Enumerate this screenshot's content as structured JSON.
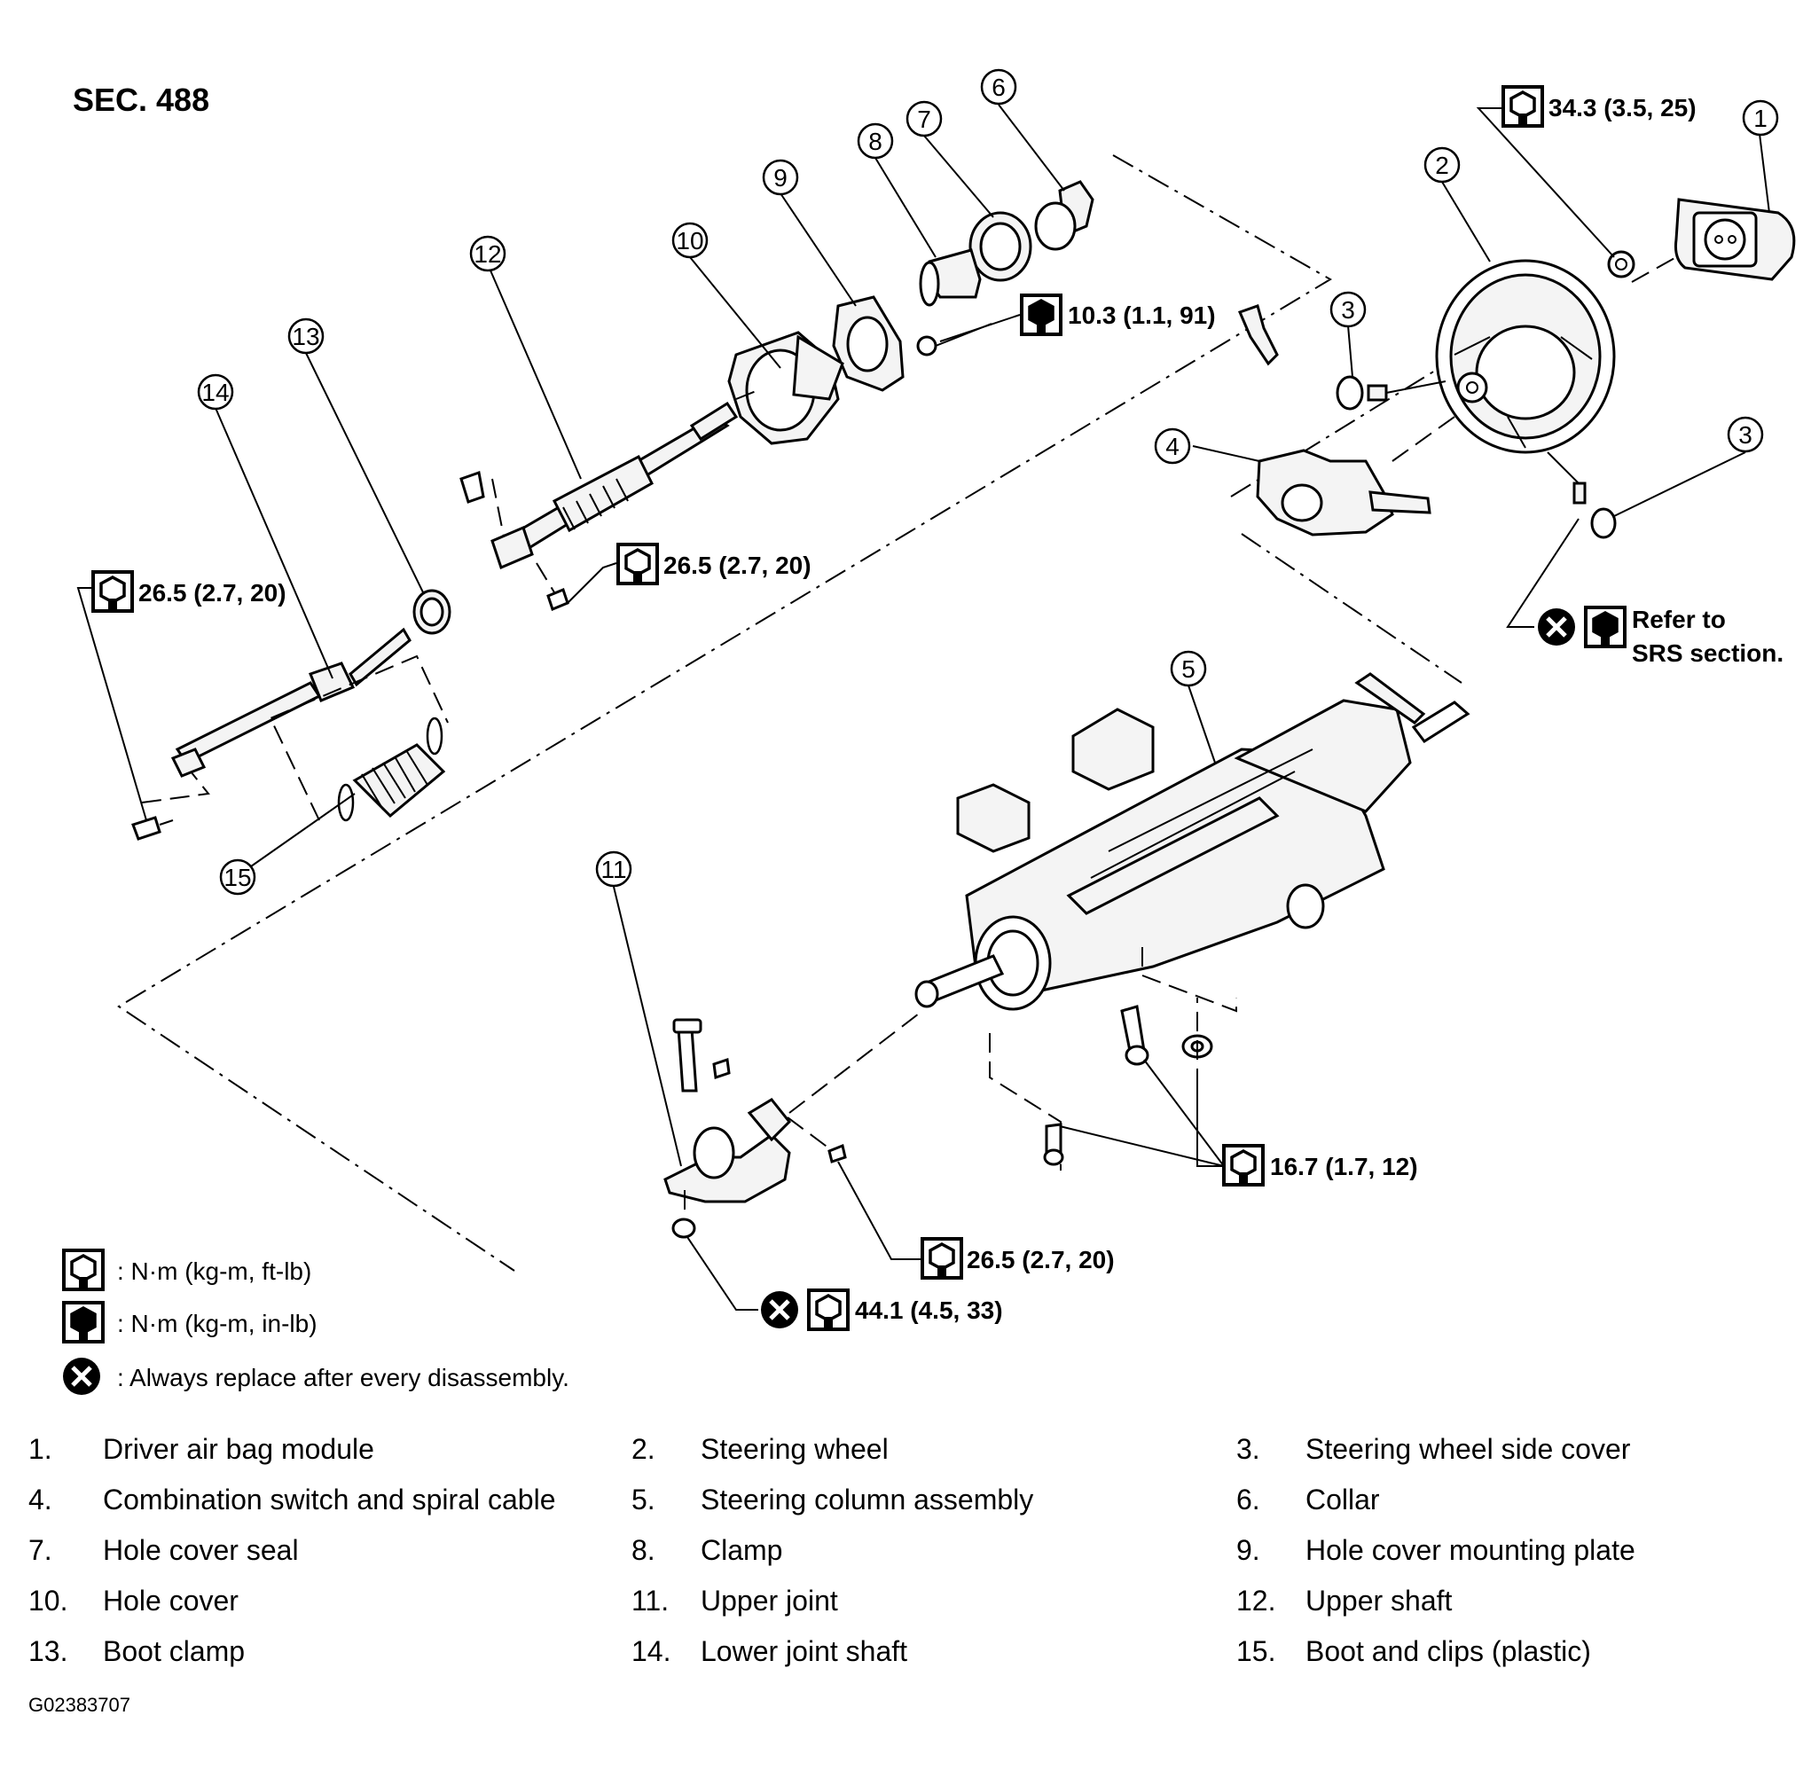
{
  "section_label": "SEC. 488",
  "figure_id": "G02383707",
  "callouts": [
    "1",
    "2",
    "3",
    "3",
    "4",
    "5",
    "6",
    "7",
    "8",
    "9",
    "10",
    "11",
    "12",
    "13",
    "14",
    "15"
  ],
  "torques": {
    "t1": "34.3 (3.5, 25)",
    "t2": "10.3 (1.1, 91)",
    "t3": "26.5 (2.7, 20)",
    "t4": "26.5 (2.7, 20)",
    "t5": "16.7 (1.7, 12)",
    "t6": "26.5 (2.7, 20)",
    "t7": "44.1 (4.5, 33)",
    "srs_line1": "Refer to",
    "srs_line2": "SRS section."
  },
  "legend": {
    "nm_ftlb": ": N·m (kg-m, ft-lb)",
    "nm_inlb": ": N·m (kg-m, in-lb)",
    "replace": ": Always replace after every disassembly."
  },
  "parts": [
    {
      "num": "1.",
      "name": "Driver air bag module"
    },
    {
      "num": "2.",
      "name": "Steering wheel"
    },
    {
      "num": "3.",
      "name": "Steering wheel side cover"
    },
    {
      "num": "4.",
      "name": "Combination switch and spiral cable"
    },
    {
      "num": "5.",
      "name": "Steering column assembly"
    },
    {
      "num": "6.",
      "name": "Collar"
    },
    {
      "num": "7.",
      "name": "Hole cover seal"
    },
    {
      "num": "8.",
      "name": "Clamp"
    },
    {
      "num": "9.",
      "name": "Hole cover mounting plate"
    },
    {
      "num": "10.",
      "name": "Hole cover"
    },
    {
      "num": "11.",
      "name": "Upper joint"
    },
    {
      "num": "12.",
      "name": "Upper shaft"
    },
    {
      "num": "13.",
      "name": "Boot clamp"
    },
    {
      "num": "14.",
      "name": "Lower joint shaft"
    },
    {
      "num": "15.",
      "name": "Boot and clips (plastic)"
    }
  ]
}
